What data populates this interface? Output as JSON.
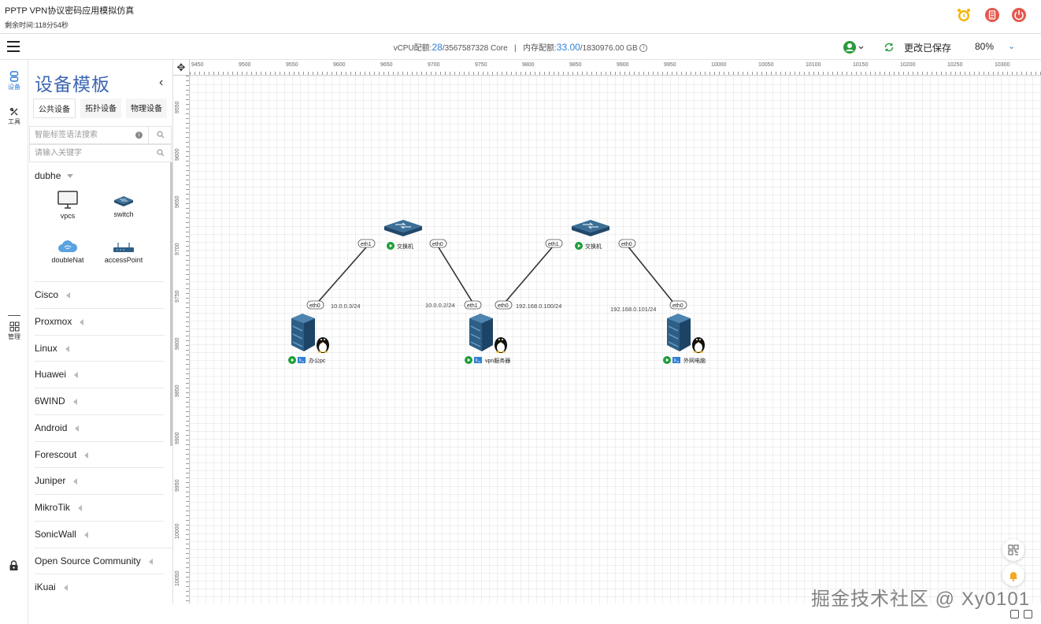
{
  "window": {
    "title": "PPTP VPN协议密码应用模拟仿真",
    "remaining_label": "剩余时间:118分54秒"
  },
  "toolbar": {
    "vcpu_label": "vCPU配额:",
    "vcpu_used": "28",
    "vcpu_total": "/3567587328 Core",
    "sep": "|",
    "mem_label": "内存配额:",
    "mem_used": "33.00",
    "mem_total": "/1830976.00 GB",
    "save_state": "更改已保存",
    "zoom": "80%"
  },
  "nav": {
    "devices": "设备",
    "tools": "工具",
    "manage": "管理"
  },
  "panel": {
    "title": "设备模板",
    "tabs": [
      "公共设备",
      "拓扑设备",
      "物理设备"
    ],
    "smart_search_placeholder": "智能标签语法搜索",
    "keyword_placeholder": "请输入关键字",
    "open_group": "dubhe",
    "devices": [
      "vpcs",
      "switch",
      "doubleNat",
      "accessPoint"
    ],
    "groups": [
      "Cisco",
      "Proxmox",
      "Linux",
      "Huawei",
      "6WIND",
      "Android",
      "Forescout",
      "Juniper",
      "MikroTik",
      "SonicWall",
      "Open Source Community",
      "iKuai"
    ]
  },
  "ruler": {
    "top": [
      "9450",
      "9500",
      "9550",
      "9600",
      "9650",
      "9700",
      "9750",
      "9800",
      "9850",
      "9900",
      "9950",
      "10000",
      "10050",
      "10100",
      "10150",
      "10200",
      "10250",
      "10300"
    ],
    "left": [
      "9550",
      "9600",
      "9650",
      "9700",
      "9750",
      "9800",
      "9850",
      "9900",
      "9950",
      "10000",
      "10050"
    ]
  },
  "topology": {
    "switches": [
      {
        "name": "交换机"
      },
      {
        "name": "交换机"
      }
    ],
    "hosts": [
      {
        "name": "办公pc"
      },
      {
        "name": "vpn服务器"
      },
      {
        "name": "外网电脑"
      }
    ],
    "ports": [
      "eth1",
      "eth0",
      "eth1",
      "eth0",
      "eth0",
      "eth1",
      "eth0",
      "eth0"
    ],
    "ips": [
      "10.0.0.3/24",
      "10.0.0.2/24",
      "192.168.0.100/24",
      "192.168.0.101/24"
    ]
  },
  "watermark": "掘金技术社区 @ Xy0101",
  "colors": {
    "accent": "#2f7fd6",
    "title": "#3d67b3",
    "run": "#1e9e3a",
    "device": "#2d5e86"
  }
}
